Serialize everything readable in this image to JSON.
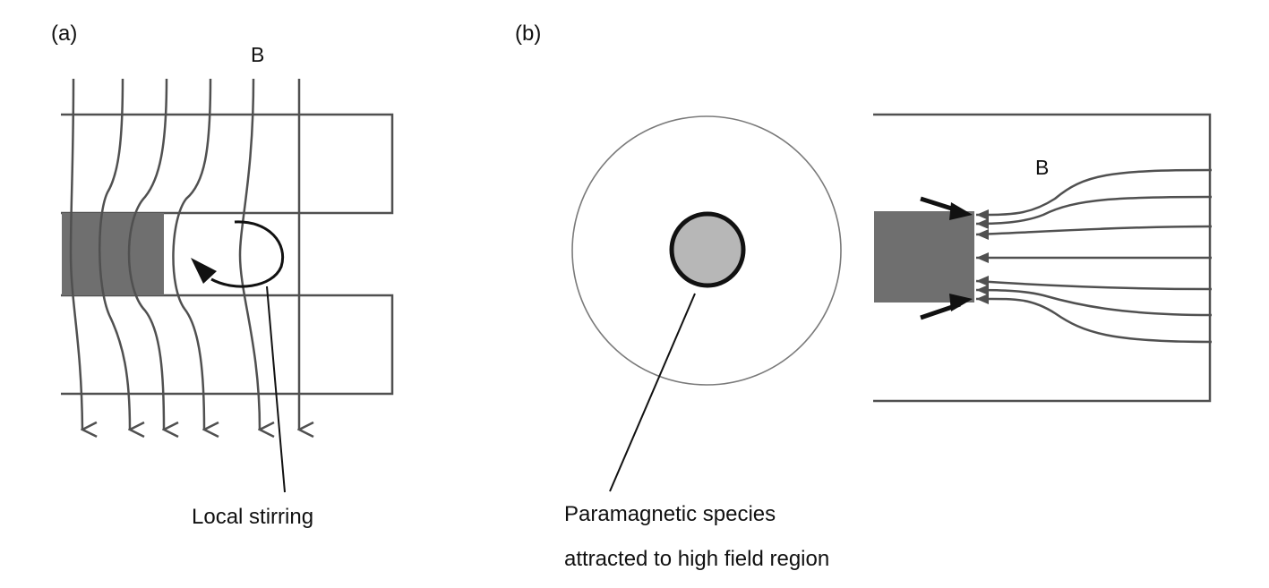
{
  "panel_a": {
    "label": "(a)",
    "field_label": "B",
    "caption": "Local stirring"
  },
  "panel_b": {
    "label": "(b)",
    "field_label": "B",
    "caption_line1": "Paramagnetic species",
    "caption_line2": "attracted to high field region"
  },
  "colors": {
    "line": "#505050",
    "electrode": "#6f6f6f",
    "particle_fill": "#b7b7b7",
    "outline": "#111111"
  }
}
